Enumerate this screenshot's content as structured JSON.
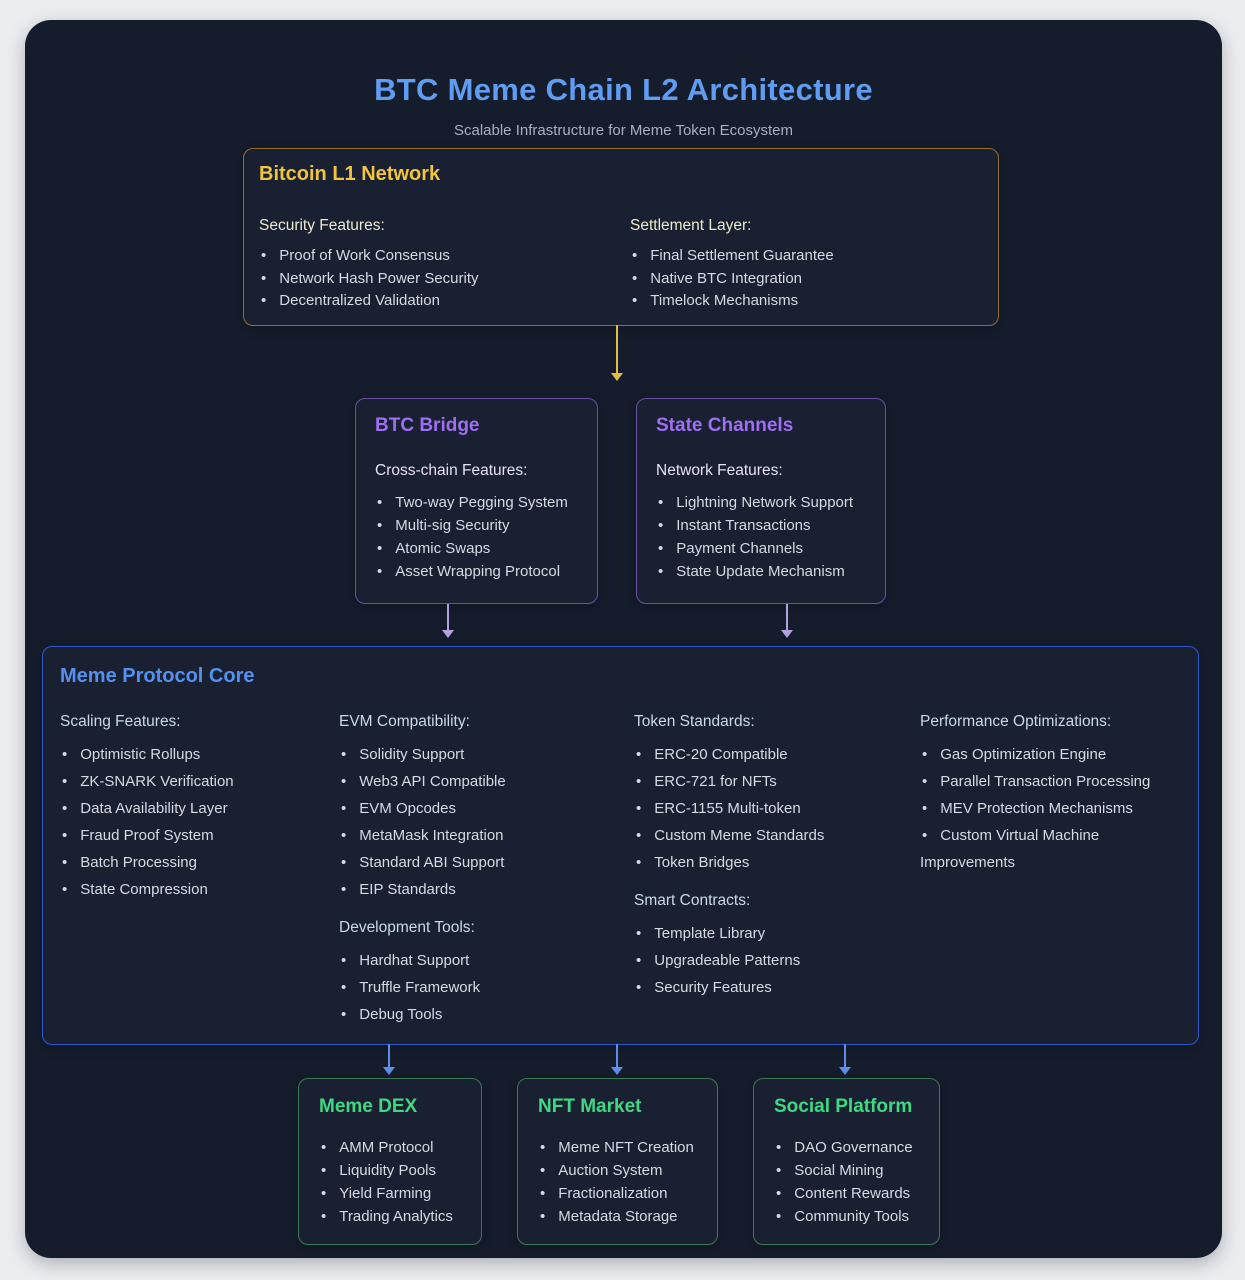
{
  "header": {
    "title": "BTC Meme Chain L2 Architecture",
    "subtitle": "Scalable Infrastructure for Meme Token Ecosystem"
  },
  "palette": {
    "panel_bg": "#151c2b",
    "title_blue": "#5f9df3",
    "bitcoin_border": "#926f2d",
    "bitcoin_title": "#f0c43c",
    "bridge_border": "#6b4fa5",
    "bridge_title": "#a06ef2",
    "core_border": "#3258cb",
    "core_title": "#5590ee",
    "app_border": "#3c7a55",
    "app_title": "#3ed981",
    "arrow_gold": "#e4bc45",
    "arrow_purple": "#b3a0e0",
    "arrow_blue": "#5e8eec"
  },
  "nodes": {
    "bitcoin_l1": {
      "title": "Bitcoin L1 Network",
      "sections": [
        {
          "header": "Security Features:",
          "items": [
            "Proof of Work Consensus",
            "Network Hash Power Security",
            "Decentralized Validation"
          ]
        },
        {
          "header": "Settlement Layer:",
          "items": [
            "Final Settlement Guarantee",
            "Native BTC Integration",
            "Timelock Mechanisms"
          ]
        }
      ]
    },
    "btc_bridge": {
      "title": "BTC Bridge",
      "header": "Cross-chain Features:",
      "items": [
        "Two-way Pegging System",
        "Multi-sig Security",
        "Atomic Swaps",
        "Asset Wrapping Protocol"
      ]
    },
    "state_channels": {
      "title": "State Channels",
      "header": "Network Features:",
      "items": [
        "Lightning Network Support",
        "Instant Transactions",
        "Payment Channels",
        "State Update Mechanism"
      ]
    },
    "meme_protocol_core": {
      "title": "Meme Protocol Core",
      "columns": [
        {
          "sections": [
            {
              "header": "Scaling Features:",
              "items": [
                "Optimistic Rollups",
                "ZK-SNARK Verification",
                "Data Availability Layer",
                "Fraud Proof System",
                "Batch Processing",
                "State Compression"
              ]
            }
          ]
        },
        {
          "sections": [
            {
              "header": "EVM Compatibility:",
              "items": [
                "Solidity Support",
                "Web3 API Compatible",
                "EVM Opcodes",
                "MetaMask Integration",
                "Standard ABI Support",
                "EIP Standards"
              ]
            },
            {
              "header": "Development Tools:",
              "items": [
                "Hardhat Support",
                "Truffle Framework",
                "Debug Tools"
              ]
            }
          ]
        },
        {
          "sections": [
            {
              "header": "Token Standards:",
              "items": [
                "ERC-20 Compatible",
                "ERC-721 for NFTs",
                "ERC-1155 Multi-token",
                "Custom Meme Standards",
                "Token Bridges"
              ]
            },
            {
              "header": "Smart Contracts:",
              "items": [
                "Template Library",
                "Upgradeable Patterns",
                "Security Features"
              ]
            }
          ]
        },
        {
          "sections": [
            {
              "header": "Performance Optimizations:",
              "items": [
                "Gas Optimization Engine",
                "Parallel Transaction Processing",
                "MEV Protection Mechanisms",
                "Custom Virtual Machine Improvements"
              ]
            }
          ]
        }
      ]
    },
    "meme_dex": {
      "title": "Meme DEX",
      "items": [
        "AMM Protocol",
        "Liquidity Pools",
        "Yield Farming",
        "Trading Analytics"
      ]
    },
    "nft_market": {
      "title": "NFT Market",
      "items": [
        "Meme NFT Creation",
        "Auction System",
        "Fractionalization",
        "Metadata Storage"
      ]
    },
    "social_platform": {
      "title": "Social Platform",
      "items": [
        "DAO Governance",
        "Social Mining",
        "Content Rewards",
        "Community Tools"
      ]
    }
  }
}
